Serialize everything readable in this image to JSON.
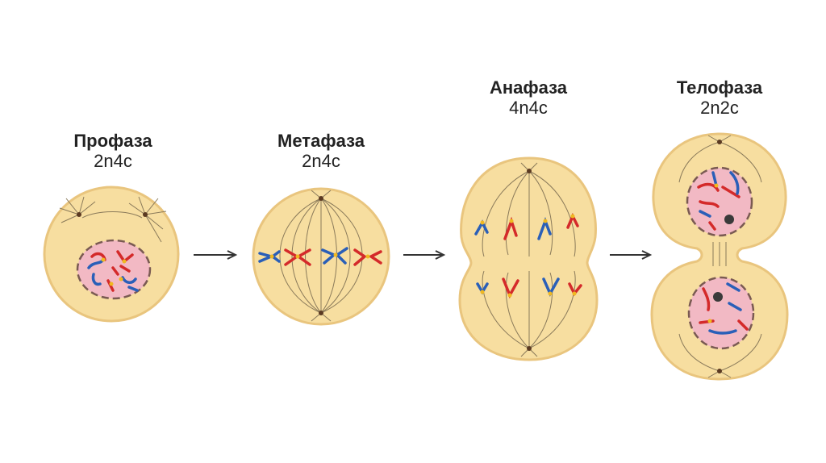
{
  "stages": [
    {
      "name": "Профаза",
      "formula": "2n4c"
    },
    {
      "name": "Метафаза",
      "formula": "2n4c"
    },
    {
      "name": "Анафаза",
      "formula": "4n4c"
    },
    {
      "name": "Телофаза",
      "formula": "2n2c"
    }
  ],
  "colors": {
    "cytoplasm": "#f7dea0",
    "cell_outline": "#e9c57e",
    "nucleus": "#f2b9c4",
    "nuclear_envelope": "#7a5a52",
    "spindle": "#8a7a5a",
    "centrosome": "#5b3a22",
    "chromosome_red": "#d42a2a",
    "chromosome_blue": "#2a5fb8",
    "centromere": "#f0b820",
    "nucleolus": "#3a3a3a",
    "arrow": "#333333"
  }
}
